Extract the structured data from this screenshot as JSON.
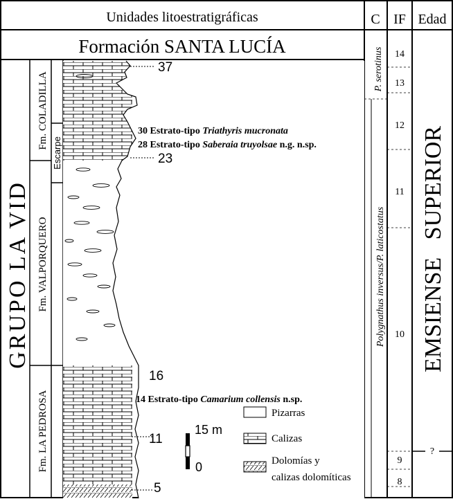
{
  "header": {
    "units_title": "Unidades litoestratigráficas",
    "col_c": "C",
    "col_if": "IF",
    "col_age": "Edad"
  },
  "formation_title": "Formación SANTA LUCÍA",
  "group_label": "GRUPO LA VID",
  "formations": {
    "coladilla": "Fm. COLADILLA",
    "escarpe": "Escarpe",
    "valporquero": "Fm. VALPORQUERO",
    "la_pedrosa": "Fm. LA PEDROSA"
  },
  "conodont_zones": {
    "serotinus": "P. serotinus",
    "inversus": "Polygnathus inversus/P. laticostatus"
  },
  "if_intervals": [
    "14",
    "13",
    "12",
    "11",
    "10",
    "9",
    "8"
  ],
  "age": {
    "label": "EMSIENSE   SUPERIOR",
    "question": "?"
  },
  "bed_numbers": [
    "37",
    "23",
    "16",
    "11",
    "5"
  ],
  "annotations": [
    {
      "number": "30",
      "text": "Estrato-tipo",
      "taxon": "Triathyris mucronata",
      "suffix": ""
    },
    {
      "number": "28",
      "text": "Estrato-tipo",
      "taxon": "Saberaia truyolsae",
      "suffix": "n.g. n.sp."
    },
    {
      "number": "14",
      "text": "Estrato-tipo",
      "taxon": "Camarium collensis",
      "suffix": "n.sp."
    }
  ],
  "scale": {
    "top": "15 m",
    "bottom": "0"
  },
  "legend": {
    "shales": "Pizarras",
    "limestones": "Calizas",
    "dolomites_line1": "Dolomías y",
    "dolomites_line2": "calizas dolomíticas"
  }
}
